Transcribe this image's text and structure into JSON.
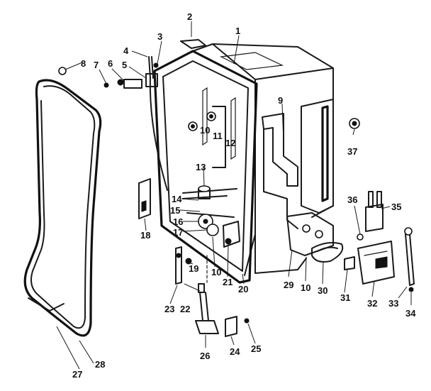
{
  "diagram": {
    "part_numbers": {
      "p1": "1",
      "p2": "2",
      "p3": "3",
      "p4": "4",
      "p5": "5",
      "p6": "6",
      "p7": "7",
      "p8": "8",
      "p9": "9",
      "p10a": "10",
      "p10b": "10",
      "p10c": "10",
      "p11": "11",
      "p12": "12",
      "p13": "13",
      "p14": "14",
      "p15": "15",
      "p16": "16",
      "p17": "17",
      "p18": "18",
      "p19": "19",
      "p20": "20",
      "p21": "21",
      "p22": "22",
      "p23": "23",
      "p24": "24",
      "p25": "25",
      "p26": "26",
      "p27": "27",
      "p28": "28",
      "p29": "29",
      "p30": "30",
      "p31": "31",
      "p32": "32",
      "p33": "33",
      "p34": "34",
      "p35": "35",
      "p36": "36",
      "p37": "37"
    }
  }
}
